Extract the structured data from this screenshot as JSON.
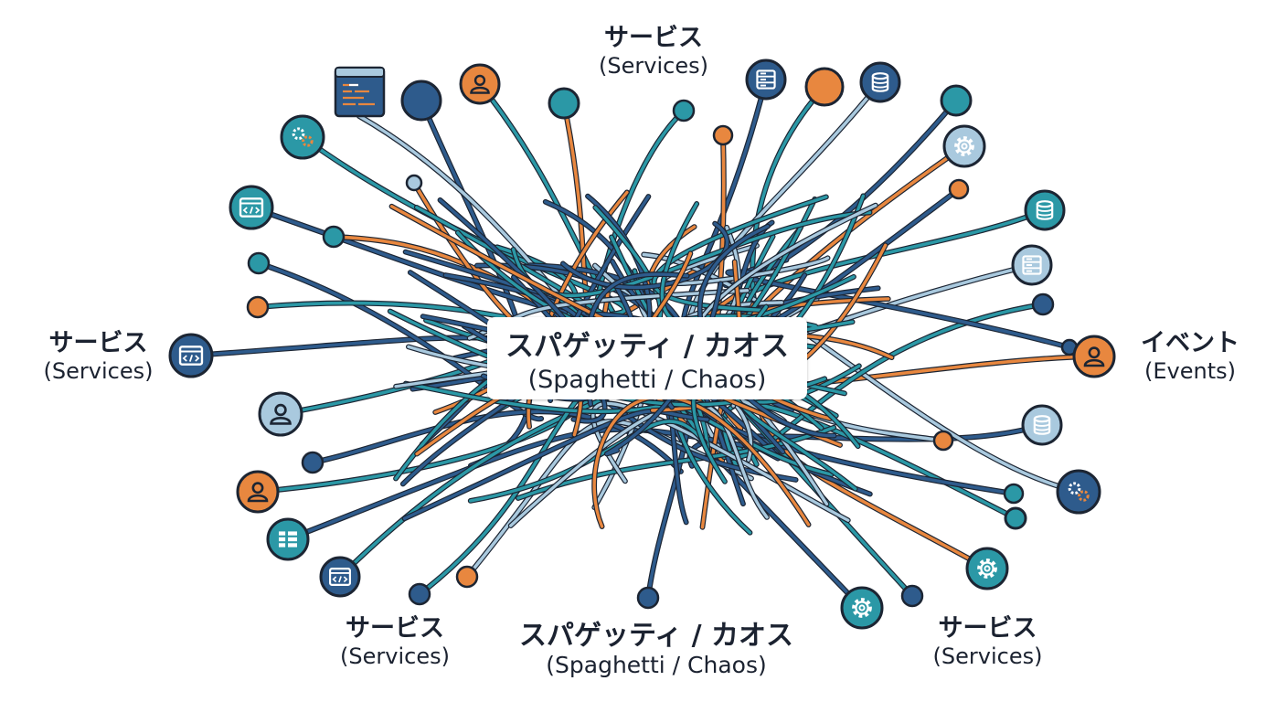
{
  "labels": {
    "top": {
      "jp": "サービス",
      "en": "(Services)"
    },
    "left": {
      "jp": "サービス",
      "en": "(Services)"
    },
    "right": {
      "jp": "イベント",
      "en": "(Events)"
    },
    "bottom_left": {
      "jp": "サービス",
      "en": "(Services)"
    },
    "bottom_center": {
      "jp": "スパゲッティ / カオス",
      "en": "(Spaghetti / Chaos)"
    },
    "bottom_right": {
      "jp": "サービス",
      "en": "(Services)"
    },
    "center": {
      "jp": "スパゲッティ / カオス",
      "en": "(Spaghetti / Chaos)"
    }
  },
  "colors": {
    "navy": "#2e5b8c",
    "teal": "#2b98a6",
    "orange": "#e8873f",
    "light": "#a9c9de",
    "outline": "#1c2533"
  },
  "nodes": [
    {
      "name": "code-editor-window-icon",
      "icon": "code-editor",
      "fill": "navy"
    },
    {
      "name": "service-node-navy",
      "icon": "none",
      "fill": "navy"
    },
    {
      "name": "user-node-orange",
      "icon": "user",
      "fill": "orange"
    },
    {
      "name": "service-node-teal",
      "icon": "none",
      "fill": "teal"
    },
    {
      "name": "server-rack-node",
      "icon": "server",
      "fill": "navy"
    },
    {
      "name": "service-node-orange",
      "icon": "none",
      "fill": "orange"
    },
    {
      "name": "database-node-navy",
      "icon": "database",
      "fill": "navy"
    },
    {
      "name": "service-node-teal-small",
      "icon": "none",
      "fill": "teal"
    },
    {
      "name": "gears-node",
      "icon": "gears",
      "fill": "teal"
    },
    {
      "name": "settings-gear-node",
      "icon": "gear",
      "fill": "light"
    },
    {
      "name": "code-window-node",
      "icon": "code-window",
      "fill": "teal"
    },
    {
      "name": "database-node-teal",
      "icon": "database",
      "fill": "teal"
    },
    {
      "name": "server-rack-node-light",
      "icon": "server",
      "fill": "light"
    },
    {
      "name": "code-window-node-left",
      "icon": "code-window",
      "fill": "navy"
    },
    {
      "name": "user-node-light",
      "icon": "user",
      "fill": "light"
    },
    {
      "name": "user-node-event",
      "icon": "user",
      "fill": "orange"
    },
    {
      "name": "database-node-light",
      "icon": "database",
      "fill": "light"
    },
    {
      "name": "user-node-orange-left",
      "icon": "user",
      "fill": "orange"
    },
    {
      "name": "gears-node-right",
      "icon": "gears",
      "fill": "navy"
    },
    {
      "name": "list-node",
      "icon": "list",
      "fill": "teal"
    },
    {
      "name": "code-window-node-bottom",
      "icon": "code-window",
      "fill": "navy"
    },
    {
      "name": "settings-gear-node-bottom-right",
      "icon": "gear",
      "fill": "teal"
    },
    {
      "name": "settings-gear-node-bottom",
      "icon": "gear",
      "fill": "teal"
    },
    {
      "name": "endpoint-dot",
      "icon": "none",
      "fill": "teal"
    }
  ]
}
